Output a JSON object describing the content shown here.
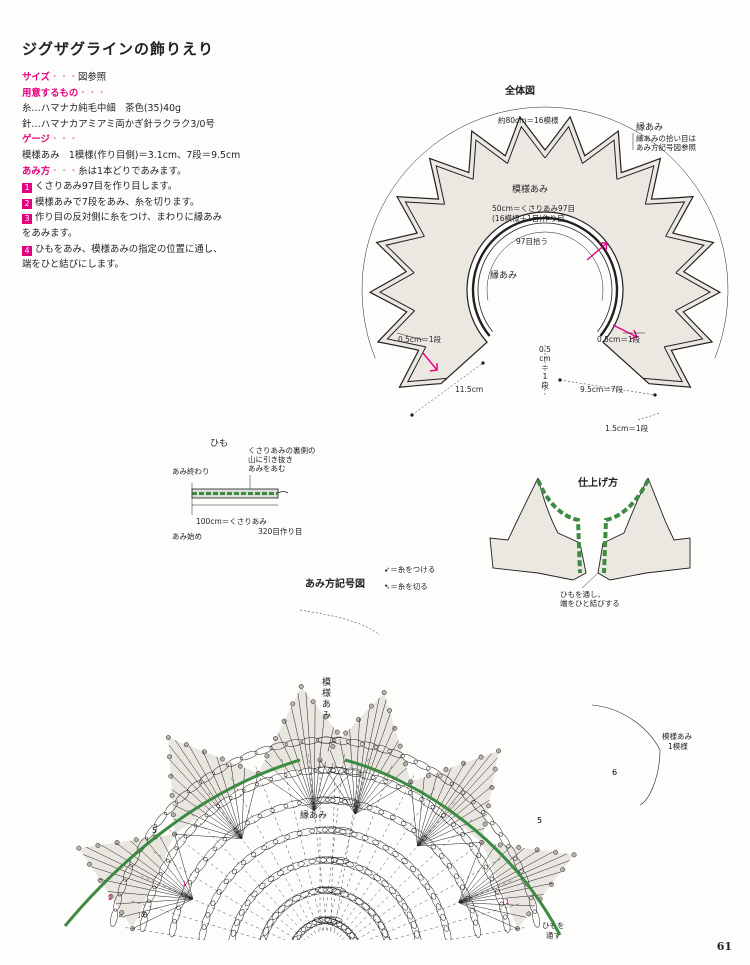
{
  "title": "ジグザグラインの飾りえり",
  "size": {
    "heading": "サイズ",
    "dots": "・・・",
    "text": "図参照"
  },
  "materials": {
    "heading": "用意するもの",
    "dots": "・・・",
    "yarn": "糸…ハマナカ純毛中細　茶色(35)40g",
    "hook": "針…ハマナカアミアミ両かぎ針ラクラク3/0号"
  },
  "gauge": {
    "heading": "ゲージ",
    "dots": "・・・",
    "text": "模様あみ　1模様(作り目側)＝3.1cm、7段＝9.5cm"
  },
  "method": {
    "heading": "あみ方",
    "dots": "・・・",
    "intro": "糸は1本どりであみます。",
    "steps": [
      {
        "no": "1",
        "lines": [
          "くさりあみ97目を作り目します。"
        ]
      },
      {
        "no": "2",
        "lines": [
          "模様あみで7段をあみ、糸を切ります。"
        ]
      },
      {
        "no": "3",
        "lines": [
          "作り目の反対側に糸をつけ、まわりに縁あみ",
          "をあみます。"
        ]
      },
      {
        "no": "4",
        "lines": [
          "ひもをあみ、模様あみの指定の位置に通し、",
          "端をひと結びにします。"
        ]
      }
    ]
  },
  "overall": {
    "title": "全体図",
    "outer_width": "約80cm＝16模様",
    "edge_title": "縁あみ",
    "edge_note1": "縁あみの拾い目は",
    "edge_note2": "あみ方記号図参照",
    "pattern": "模様あみ",
    "chain1": "50cm＝くさりあみ97目",
    "chain2": "(16模様＋1目)作り目",
    "pickup": "97目拾う",
    "edge": "縁あみ",
    "left_row": "0.5cm＝1段",
    "right_row": "0.5cm＝1段",
    "v1": "0.5",
    "v2": "cm",
    "v3": "＝",
    "v4": "1",
    "v5": "段",
    "dim_left": "11.5cm",
    "dim_right": "9.5cm＝7段",
    "dim_bottom": "1.5cm＝1段"
  },
  "cord": {
    "title": "ひも",
    "note1": "くさりあみの裏側の",
    "note2": "山に引き抜き",
    "note3": "あみをあむ",
    "end": "あみ終わり",
    "start": "あみ始め",
    "len1": "100cm＝くさりあみ",
    "len2": "320目作り目"
  },
  "finish": {
    "title": "仕上げ方",
    "note1": "ひもを通し、",
    "note2": "端をひと結びする"
  },
  "chart": {
    "title": "あみ方記号図",
    "attach": "＝糸をつける",
    "cut": "＝糸を切る",
    "pattern1": "模",
    "pattern2": "様",
    "pattern3": "あ",
    "pattern4": "み",
    "edge": "縁あみ",
    "repeat1": "模様あみ",
    "repeat2": "1模様",
    "start": "あみ始め",
    "thread1": "ひもを",
    "thread2": "通す",
    "rows": [
      "1",
      "2",
      "5",
      "6"
    ]
  },
  "page_number": "61",
  "colors": {
    "accent": "#e5007f",
    "green": "#3d8a43",
    "fill": "#e9e6e0"
  }
}
